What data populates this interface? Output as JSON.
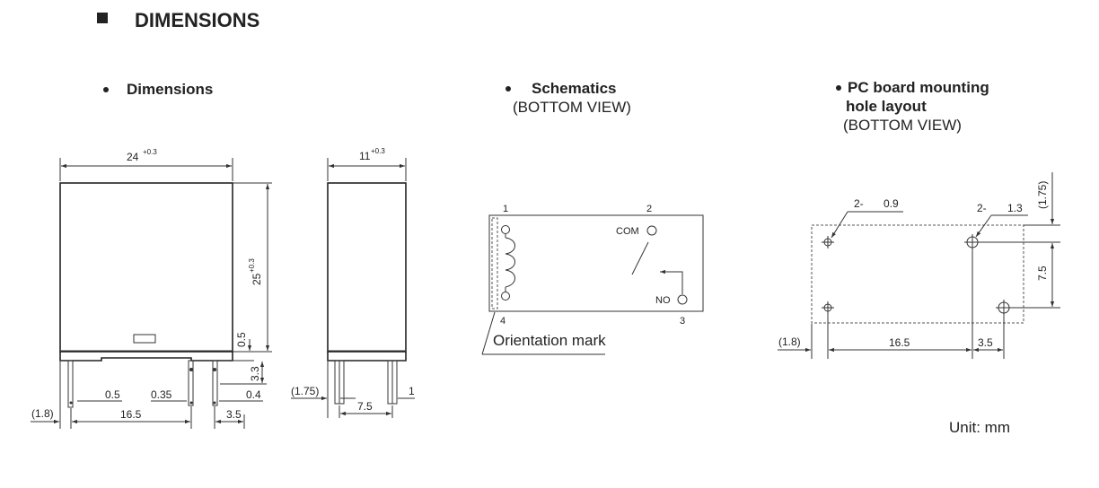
{
  "header": {
    "bullet_icon": "black-square-icon",
    "title": "DIMENSIONS"
  },
  "dimensions_section": {
    "title": "Dimensions",
    "front_view": {
      "width": "24",
      "width_tol": "+0.3",
      "height": "25",
      "height_tol": "+0.3",
      "base": "0.5",
      "pin_len": "3.3",
      "pin_w1": "0.5",
      "pin_w2": "0.35",
      "pin_w3": "0.4",
      "offset": "(1.8)",
      "spacing_a": "16.5",
      "spacing_b": "3.5"
    },
    "side_view": {
      "width": "11",
      "width_tol": "+0.3",
      "offset": "(1.75)",
      "spacing": "7.5",
      "pin": "1"
    }
  },
  "schematics_section": {
    "title": "Schematics",
    "subtitle": "(BOTTOM VIEW)",
    "pins": {
      "p1": "1",
      "p2": "2",
      "p3": "3",
      "p4": "4"
    },
    "com_label": "COM",
    "no_label": "NO",
    "orientation_label": "Orientation mark"
  },
  "layout_section": {
    "title_line1": "PC board mounting",
    "title_line2": "hole layout",
    "subtitle": "(BOTTOM VIEW)",
    "hole_small_count": "2-",
    "hole_small_dia": "0.9",
    "hole_large_count": "2-",
    "hole_large_dia": "1.3",
    "dim_top": "(1.75)",
    "dim_vert": "7.5",
    "dim_left": "(1.8)",
    "dim_mid": "16.5",
    "dim_right": "3.5"
  },
  "unit_label": "Unit: mm"
}
